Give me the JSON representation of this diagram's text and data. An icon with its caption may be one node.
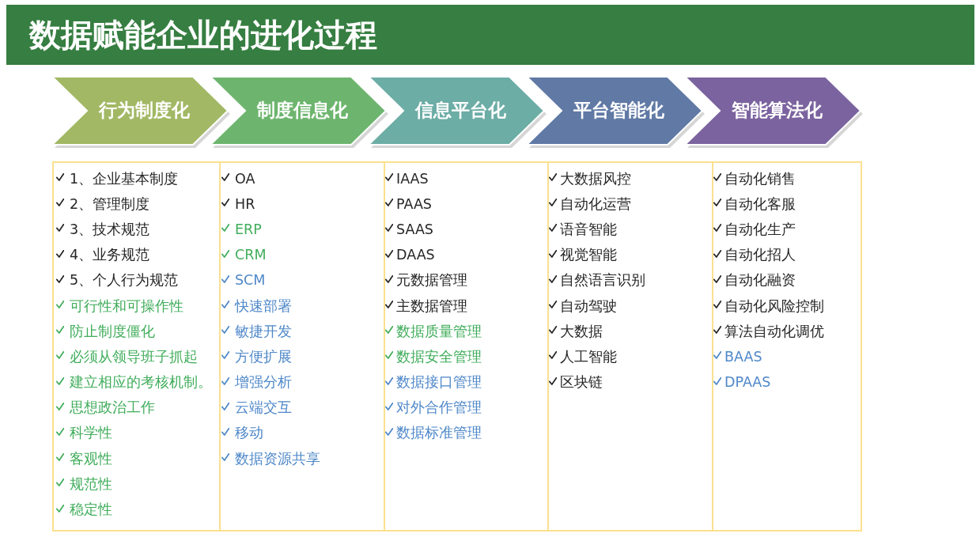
{
  "diagram": {
    "title": "数据赋能企业的进化过程",
    "nodes": [
      {
        "text": [
          "行为制度化"
        ]
      },
      {
        "text": [
          "制度信息化"
        ]
      },
      {
        "text": [
          "信息平台化"
        ]
      },
      {
        "text": [
          "平台智能化"
        ]
      },
      {
        "text": [
          "智能算法化"
        ]
      },
      {
        "text": [
          "1、企业基本制度",
          "2、管理制度",
          "3、技术规范",
          "4、业务规范",
          "5、个人行为规范",
          "可行性和可操作性",
          "防止制度僵化",
          "必须从领导班子抓起",
          "建立相应的考核机制。",
          "思想政治工作",
          "科学性",
          "客观性",
          "规范性",
          "稳定性"
        ]
      },
      {
        "text": [
          "OA",
          "HR",
          "ERP",
          "CRM",
          "SCM",
          "快速部署",
          "敏捷开发",
          "方便扩展",
          "增强分析",
          "云端交互",
          "移动",
          "数据资源共享"
        ]
      },
      {
        "text": [
          "IAAS",
          "PAAS",
          "SAAS",
          "DAAS",
          "元数据管理",
          "主数据管理",
          "数据质量管理",
          "数据安全管理",
          "数据接口管理",
          "对外合作管理",
          "数据标准管理"
        ]
      },
      {
        "text": [
          "大数据风控",
          "自动化运营",
          "语音智能",
          "视觉智能",
          "自然语言识别",
          "自动驾驶",
          "大数据",
          "人工智能",
          "区块链"
        ]
      },
      {
        "text": [
          "自动化销售",
          "自动化客服",
          "自动化生产",
          "自动化招人",
          "自动化融资",
          "自动化风险控制",
          "算法自动化调优",
          "BAAS",
          "DPAAS"
        ]
      }
    ]
  }
}
